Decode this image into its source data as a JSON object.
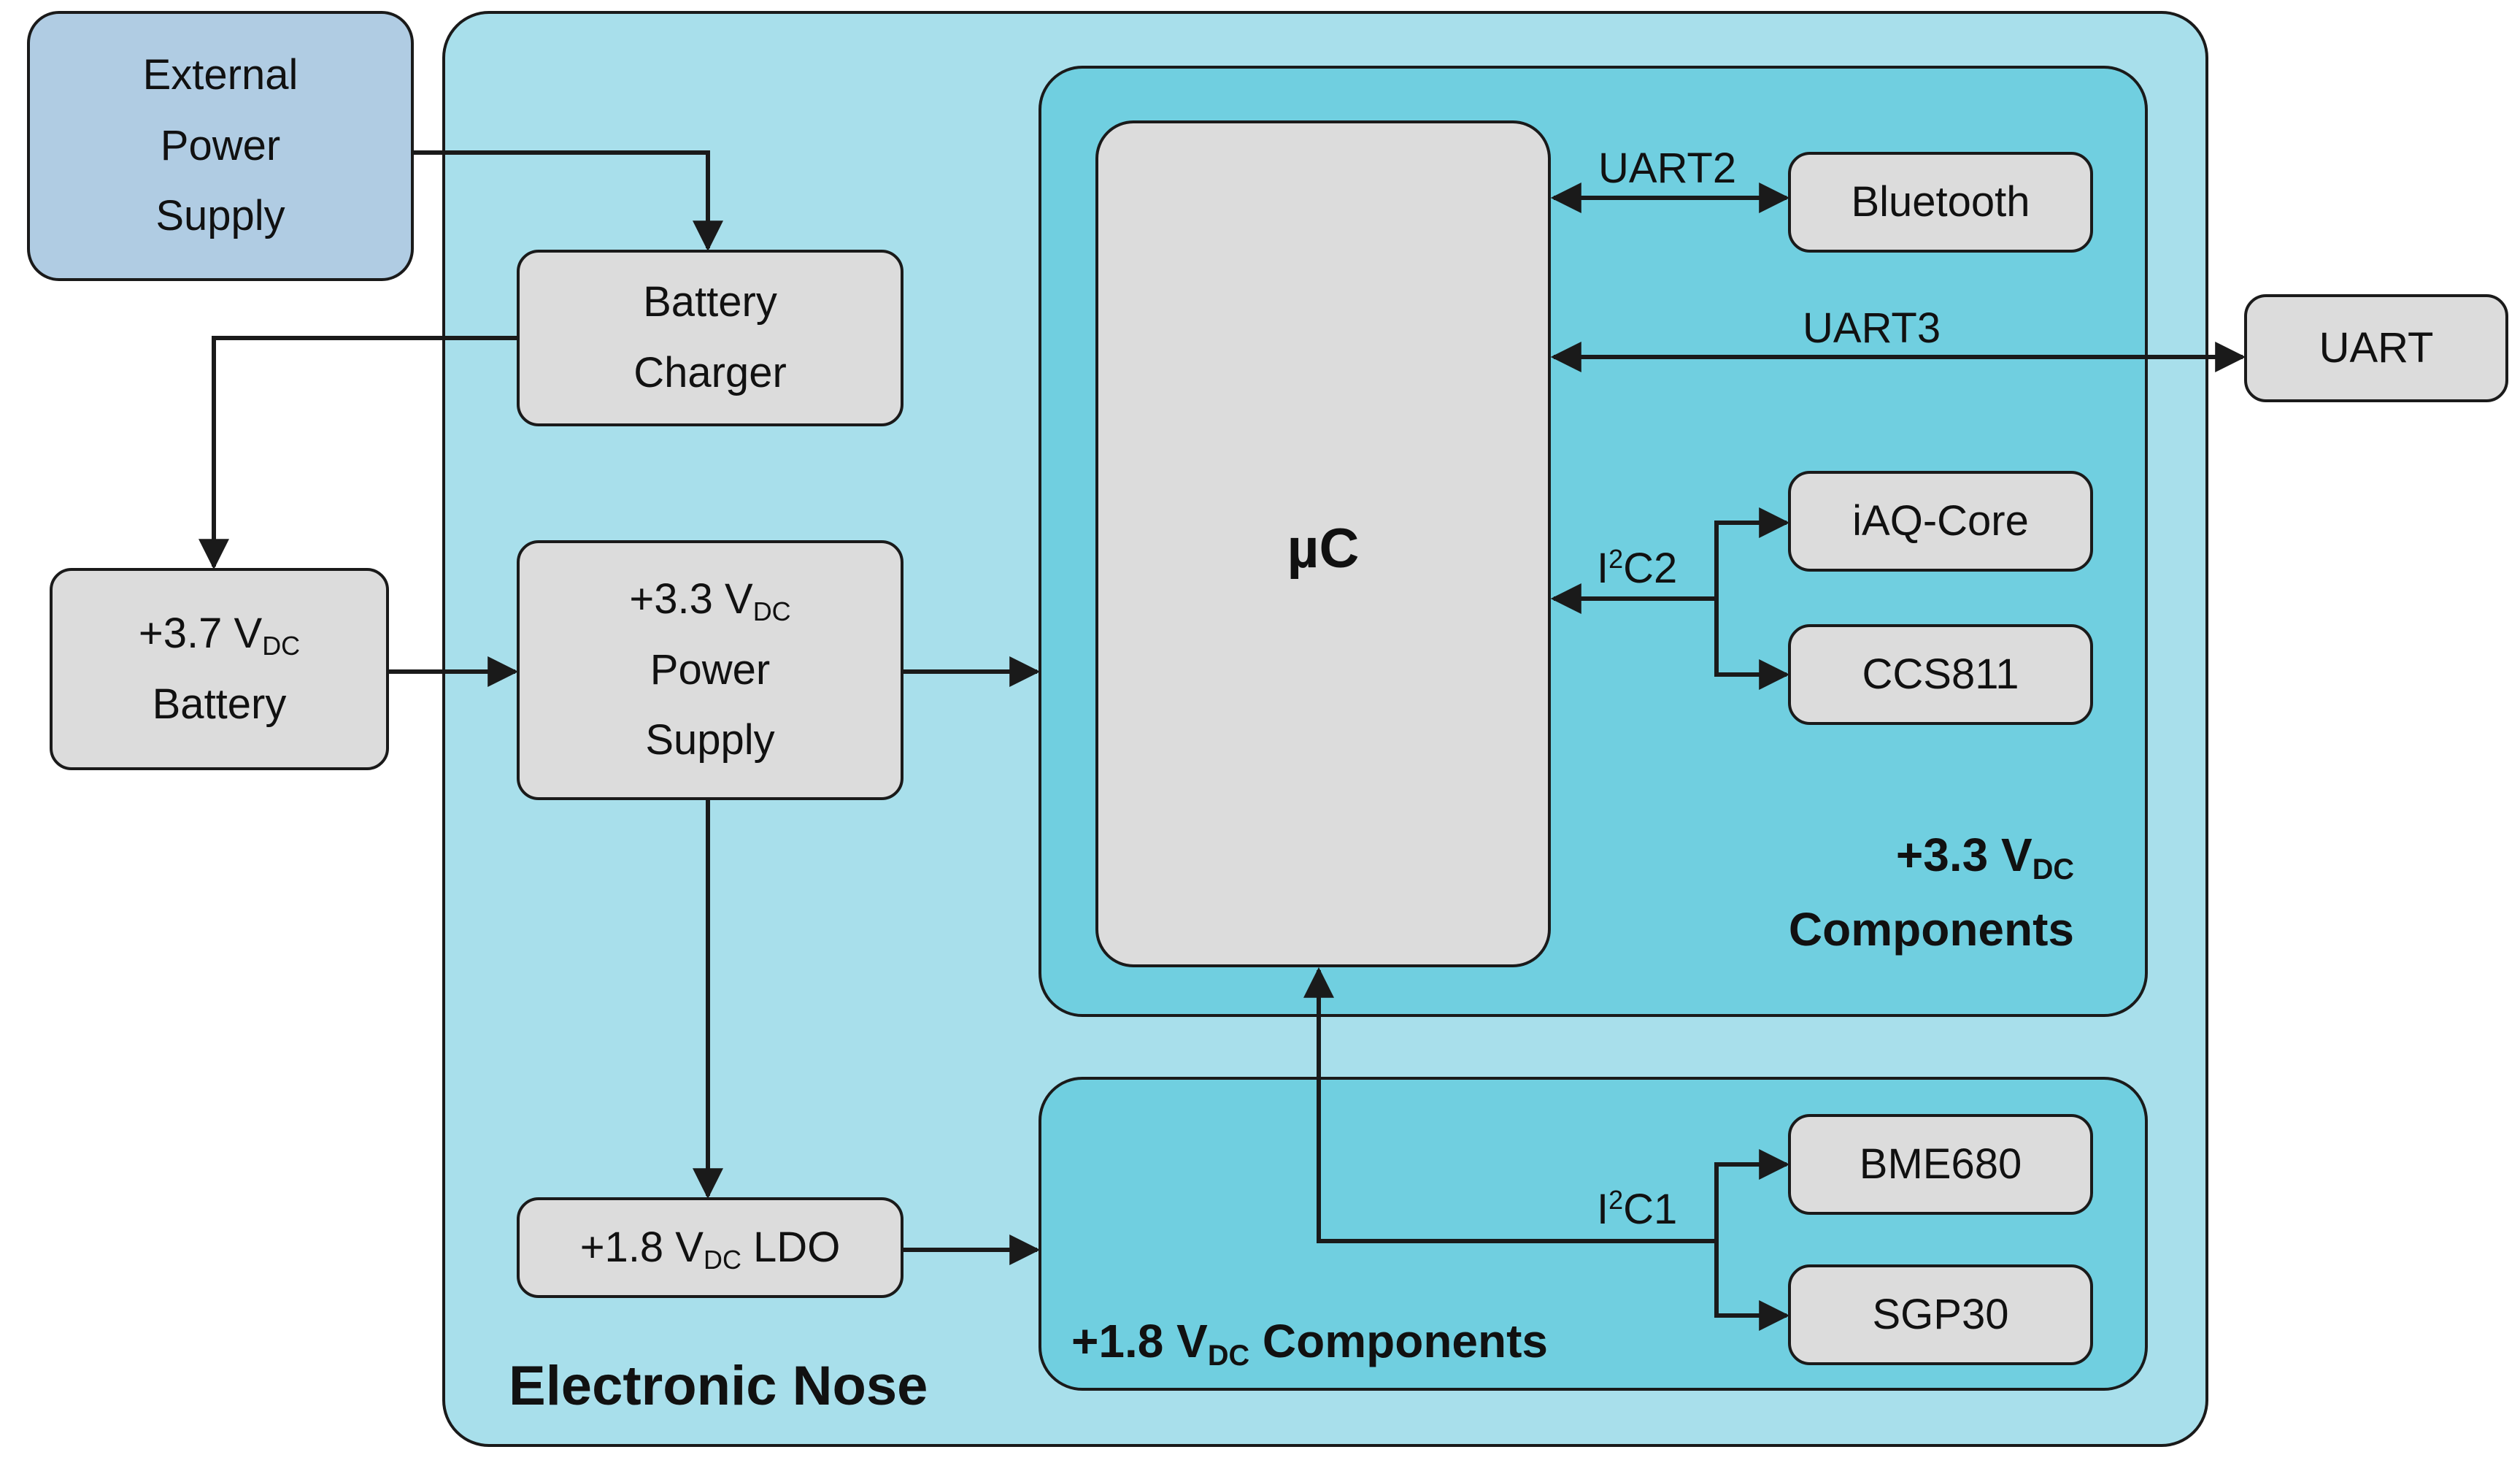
{
  "regions": {
    "outer_title": "Electronic Nose",
    "comp33_line1": "+3.3 V",
    "comp33_sub": "DC",
    "comp33_line2": "Components",
    "comp18_pre": "+1.8 V",
    "comp18_sub": "DC",
    "comp18_post": " Components"
  },
  "blocks": {
    "external_power": [
      "External",
      "Power",
      "Supply"
    ],
    "battery_charger": [
      "Battery",
      "Charger"
    ],
    "battery": {
      "line1": "+3.7 V",
      "line1_sub": "DC",
      "line2": "Battery"
    },
    "power_supply_33": {
      "line1": "+3.3 V",
      "line1_sub": "DC",
      "line2": "Power",
      "line3": "Supply"
    },
    "ldo_18": {
      "pre": "+1.8 V",
      "sub": "DC",
      "post": " LDO"
    },
    "mcu": "µC",
    "bluetooth": "Bluetooth",
    "uart": "UART",
    "iaq_core": "iAQ-Core",
    "ccs811": "CCS811",
    "bme680": "BME680",
    "sgp30": "SGP30"
  },
  "buses": {
    "uart2": "UART2",
    "uart3": "UART3",
    "i2c2": {
      "pre": "I",
      "sup": "2",
      "post": "C2"
    },
    "i2c1": {
      "pre": "I",
      "sup": "2",
      "post": "C1"
    }
  },
  "colors": {
    "outer_region": "#a8dfeb",
    "inner_region": "#70cfe0",
    "block_fill": "#dcdcdc",
    "external_block_fill": "#b0cce3",
    "line": "#1a1a1a"
  }
}
